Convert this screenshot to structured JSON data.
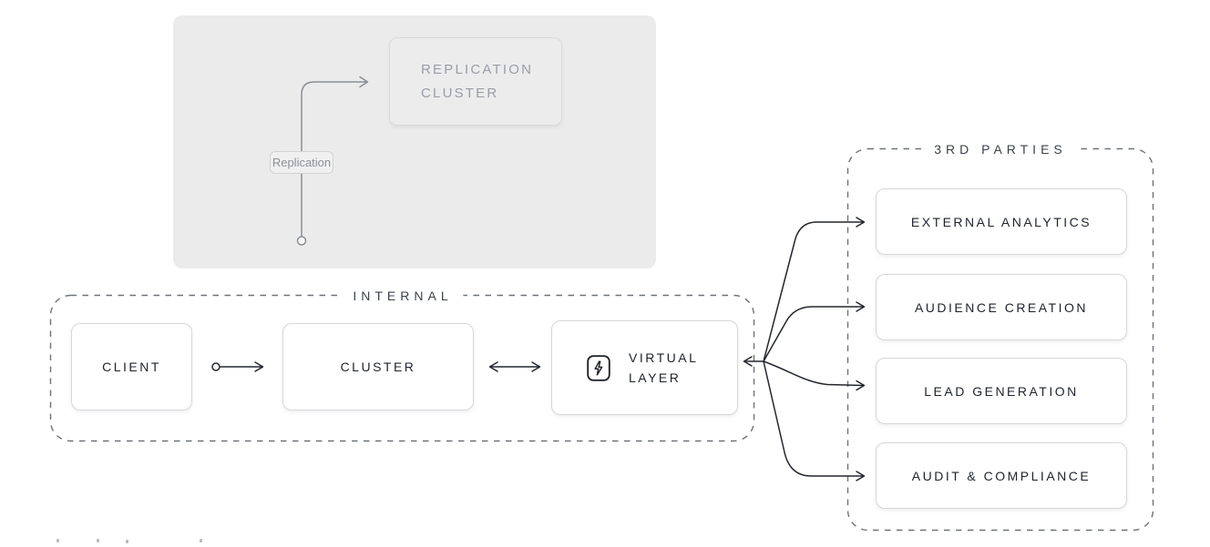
{
  "colors": {
    "background": "#ffffff",
    "panel_bg": "#ebebeb",
    "box_border": "#d6d7da",
    "dark_text": "#1f232e",
    "muted_text": "#999ea6",
    "group_label_text": "#3c414c",
    "connector_dark": "#23262f",
    "connector_gray": "#8a8e95",
    "dashed_border": "#6d727b"
  },
  "replication_panel": {
    "cluster_box": {
      "line1": "REPLICATION",
      "line2": "CLUSTER"
    },
    "flow_label": "Replication"
  },
  "internal_group": {
    "label": "INTERNAL",
    "client": "CLIENT",
    "cluster": "CLUSTER",
    "virtual_layer": {
      "line1": "VIRTUAL",
      "line2": "LAYER",
      "icon": "lightning-bolt-icon"
    }
  },
  "third_parties_group": {
    "label": "3RD PARTIES",
    "nodes": [
      "EXTERNAL ANALYTICS",
      "AUDIENCE CREATION",
      "LEAD GENERATION",
      "AUDIT & COMPLIANCE"
    ]
  }
}
